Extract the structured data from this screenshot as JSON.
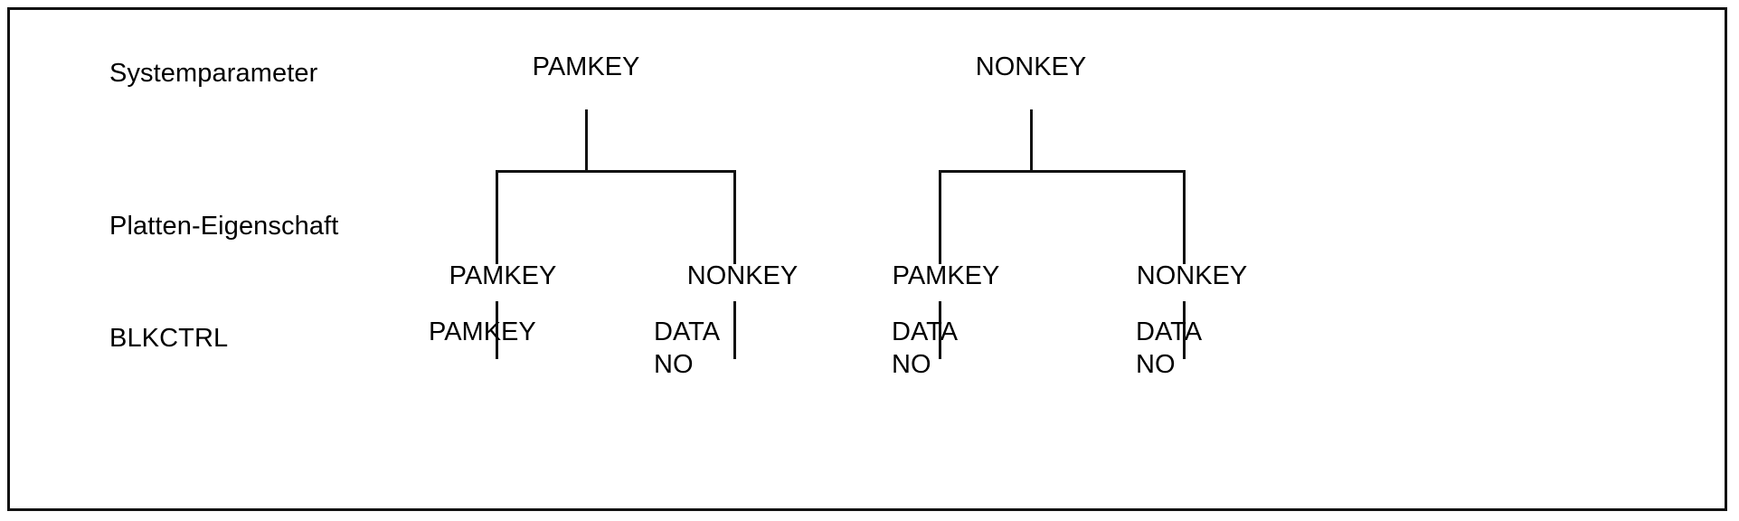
{
  "figure": {
    "background_color": "#ffffff",
    "line_color": "#121212",
    "text_color": "#000000",
    "border": "thin black rectangle"
  },
  "row_labels": [
    {
      "id": "systemparameter",
      "text": "Systemparameter"
    },
    {
      "id": "platten-eigenschaft",
      "text": "Platten-Eigenschaft"
    },
    {
      "id": "blkctrl",
      "text": "BLKCTRL"
    }
  ],
  "trees": [
    {
      "id": "tree-1",
      "root": {
        "label": "PAMKEY"
      },
      "children": [
        {
          "label": "PAMKEY",
          "leaf": {
            "line1": "PAMKEY",
            "line2": ""
          }
        },
        {
          "label": "NONKEY",
          "leaf": {
            "line1": "DATA",
            "line2": "NO"
          }
        }
      ]
    },
    {
      "id": "tree-2",
      "root": {
        "label": "NONKEY"
      },
      "children": [
        {
          "label": "PAMKEY",
          "leaf": {
            "line1": "DATA",
            "line2": "NO"
          }
        },
        {
          "label": "NONKEY",
          "leaf": {
            "line1": "DATA",
            "line2": "NO"
          }
        }
      ]
    }
  ]
}
